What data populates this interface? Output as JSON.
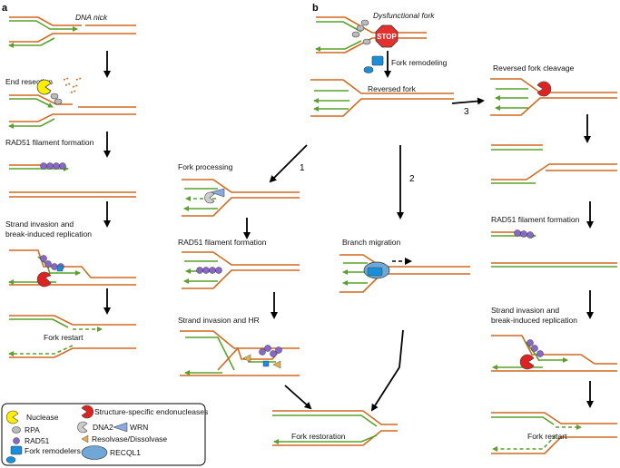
{
  "panels": {
    "a": "a",
    "b": "b"
  },
  "panel_a": {
    "dna_nick": "DNA nick",
    "end_resection": "End resection",
    "rad51_filament": "RAD51 filament formation",
    "strand_invasion_1": "Strand invasion and",
    "strand_invasion_2": "break-induced replication",
    "fork_restart": "Fork restart"
  },
  "panel_b": {
    "dysfunctional_fork": "Dysfunctional fork",
    "stop": "STOP",
    "fork_remodeling": "Fork remodeling",
    "reversed_fork": "Reversed fork",
    "path_1": "1",
    "path_2": "2",
    "path_3": "3",
    "fork_processing": "Fork processing",
    "rad51_filament_mid": "RAD51 filament formation",
    "strand_invasion_hr": "Strand invasion and HR",
    "branch_migration": "Branch migration",
    "fork_restoration": "Fork restoration",
    "reversed_fork_cleavage": "Reversed fork cleavage",
    "rad51_filament_right": "RAD51 filament formation",
    "strand_invasion_r1": "Strand invasion and",
    "strand_invasion_r2": "break-induced replication",
    "fork_restart_right": "Fork restart"
  },
  "legend": {
    "nuclease": "Nuclease",
    "structure_specific": "Structure-specific endonucleases",
    "rpa": "RPA",
    "dna2": "DNA2",
    "wrn": "WRN",
    "rad51": "RAD51",
    "resolvase": "Resolvase/Dissolvase",
    "fork_remodelers": "Fork remodelers",
    "recql1": "RECQL1"
  },
  "colors": {
    "parental_strand": "#d2691e",
    "nascent_strand": "#5aa02c",
    "nuclease": "#ffee00",
    "endonuclease": "#dd2222",
    "rpa": "#bbbbbb",
    "rad51": "#8866cc",
    "wrn": "#88aadd",
    "fork_remodeler": "#1a8fd8",
    "recql1": "#6fa8d6",
    "resolvase": "#e0b050",
    "stop": "#e53030"
  }
}
